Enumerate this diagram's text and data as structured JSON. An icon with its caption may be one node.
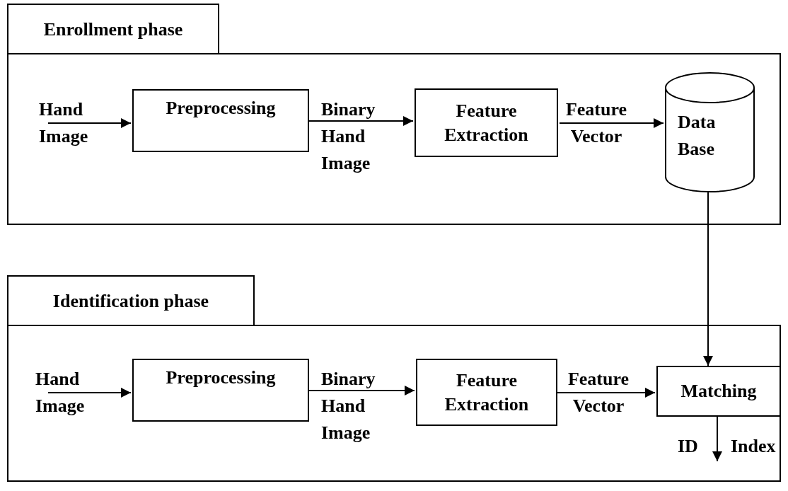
{
  "diagram": {
    "nodes": [
      {
        "text": [
          "Enrollment phase"
        ]
      },
      {
        "text": [
          "Preprocessing"
        ],
        "in": 0
      },
      {
        "text": [
          "Feature Extraction"
        ],
        "in": 0
      },
      {
        "text": [
          "Data Base"
        ],
        "in": 0
      },
      {
        "text": [
          "Identification phase"
        ]
      },
      {
        "text": [
          "Preprocessing"
        ],
        "in": 4
      },
      {
        "text": [
          "Feature Extraction"
        ],
        "in": 4
      },
      {
        "text": [
          "Matching"
        ],
        "in": 4
      }
    ],
    "edges": [
      {
        "from": null,
        "to": 1,
        "arrow": "to",
        "label": "Hand Image"
      },
      {
        "from": 1,
        "to": 2,
        "arrow": "to",
        "label": "Binary Hand Image"
      },
      {
        "from": 2,
        "to": 3,
        "arrow": "to",
        "label": "Feature Vector"
      },
      {
        "from": 3,
        "to": 7,
        "arrow": "to"
      },
      {
        "from": null,
        "to": 5,
        "arrow": "to",
        "label": "Hand Image"
      },
      {
        "from": 5,
        "to": 6,
        "arrow": "to",
        "label": "Binary Hand Image"
      },
      {
        "from": 6,
        "to": 7,
        "arrow": "to",
        "label": "Feature Vector"
      },
      {
        "from": 7,
        "to": null,
        "arrow": "to"
      }
    ],
    "labels": [
      "ID",
      "Index"
    ]
  }
}
